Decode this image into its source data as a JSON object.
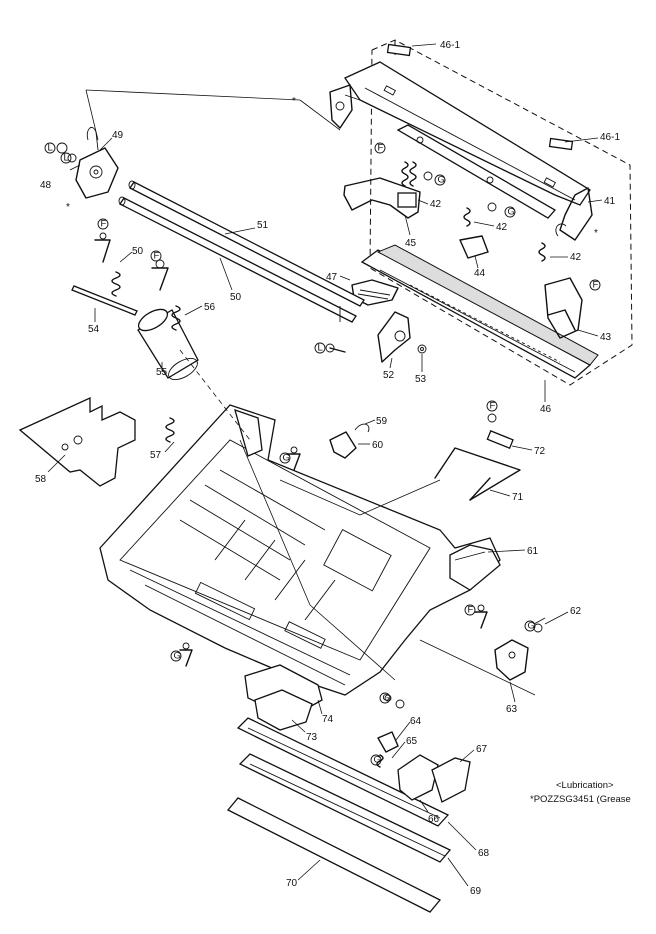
{
  "labels": {
    "l46_1a": "46-1",
    "l46_1b": "46-1",
    "l49": "49",
    "l48": "48",
    "l51": "51",
    "l50a": "50",
    "l50b": "50",
    "l56": "56",
    "l54": "54",
    "l55": "55",
    "l41": "41",
    "l42a": "42",
    "l42b": "42",
    "l42c": "42",
    "l45": "45",
    "l44": "44",
    "l47": "47",
    "l43": "43",
    "l52": "52",
    "l53": "53",
    "l46": "46",
    "l58": "58",
    "l57": "57",
    "l59": "59",
    "l60": "60",
    "l72": "72",
    "l71": "71",
    "l61": "61",
    "l62": "62",
    "l63": "63",
    "l64": "64",
    "l65": "65",
    "l66": "66",
    "l67": "67",
    "l73": "73",
    "l74": "74",
    "l68": "68",
    "l69": "69",
    "l70": "70"
  },
  "callouts": {
    "c_l1": "L",
    "c_g1": "G",
    "c_g2": "G",
    "c_g3": "G",
    "c_f1": "F",
    "c_f2": "F",
    "c_f3": "F",
    "c_f4": "F",
    "c_l2": "L",
    "c_l3": "L",
    "c_f5": "F",
    "c_g4": "G",
    "c_g5": "G",
    "c_g6": "G",
    "c_f6": "F",
    "c_g7": "G"
  },
  "lubrication": {
    "heading": "<Lubrication>",
    "spec": "*POZZSG3451 (Grease"
  }
}
